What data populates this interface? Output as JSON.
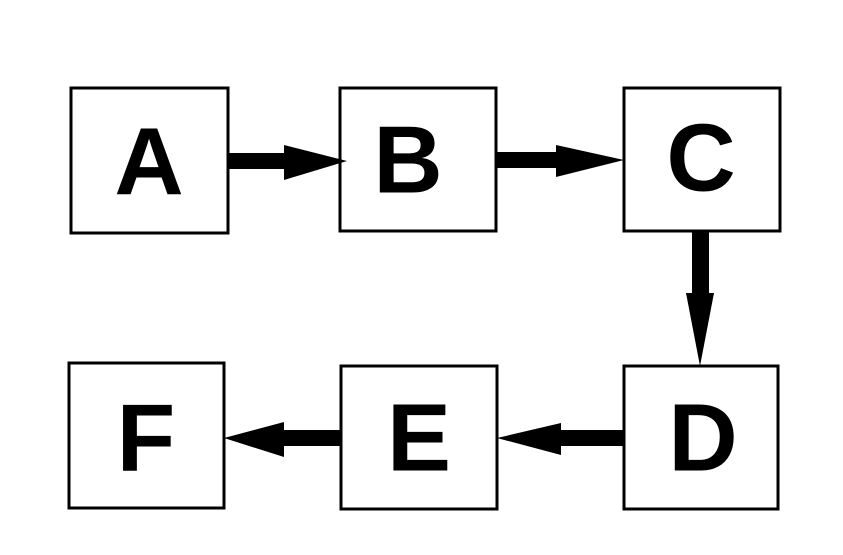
{
  "diagram": {
    "type": "flowchart",
    "background_color": "#ffffff",
    "stroke_color": "#000000",
    "nodes": [
      {
        "id": "A",
        "label": "A"
      },
      {
        "id": "B",
        "label": "B"
      },
      {
        "id": "C",
        "label": "C"
      },
      {
        "id": "D",
        "label": "D"
      },
      {
        "id": "E",
        "label": "E"
      },
      {
        "id": "F",
        "label": "F"
      }
    ],
    "edges": [
      {
        "from": "A",
        "to": "B",
        "direction": "right"
      },
      {
        "from": "B",
        "to": "C",
        "direction": "right"
      },
      {
        "from": "C",
        "to": "D",
        "direction": "down"
      },
      {
        "from": "D",
        "to": "E",
        "direction": "left"
      },
      {
        "from": "E",
        "to": "F",
        "direction": "left"
      }
    ]
  }
}
